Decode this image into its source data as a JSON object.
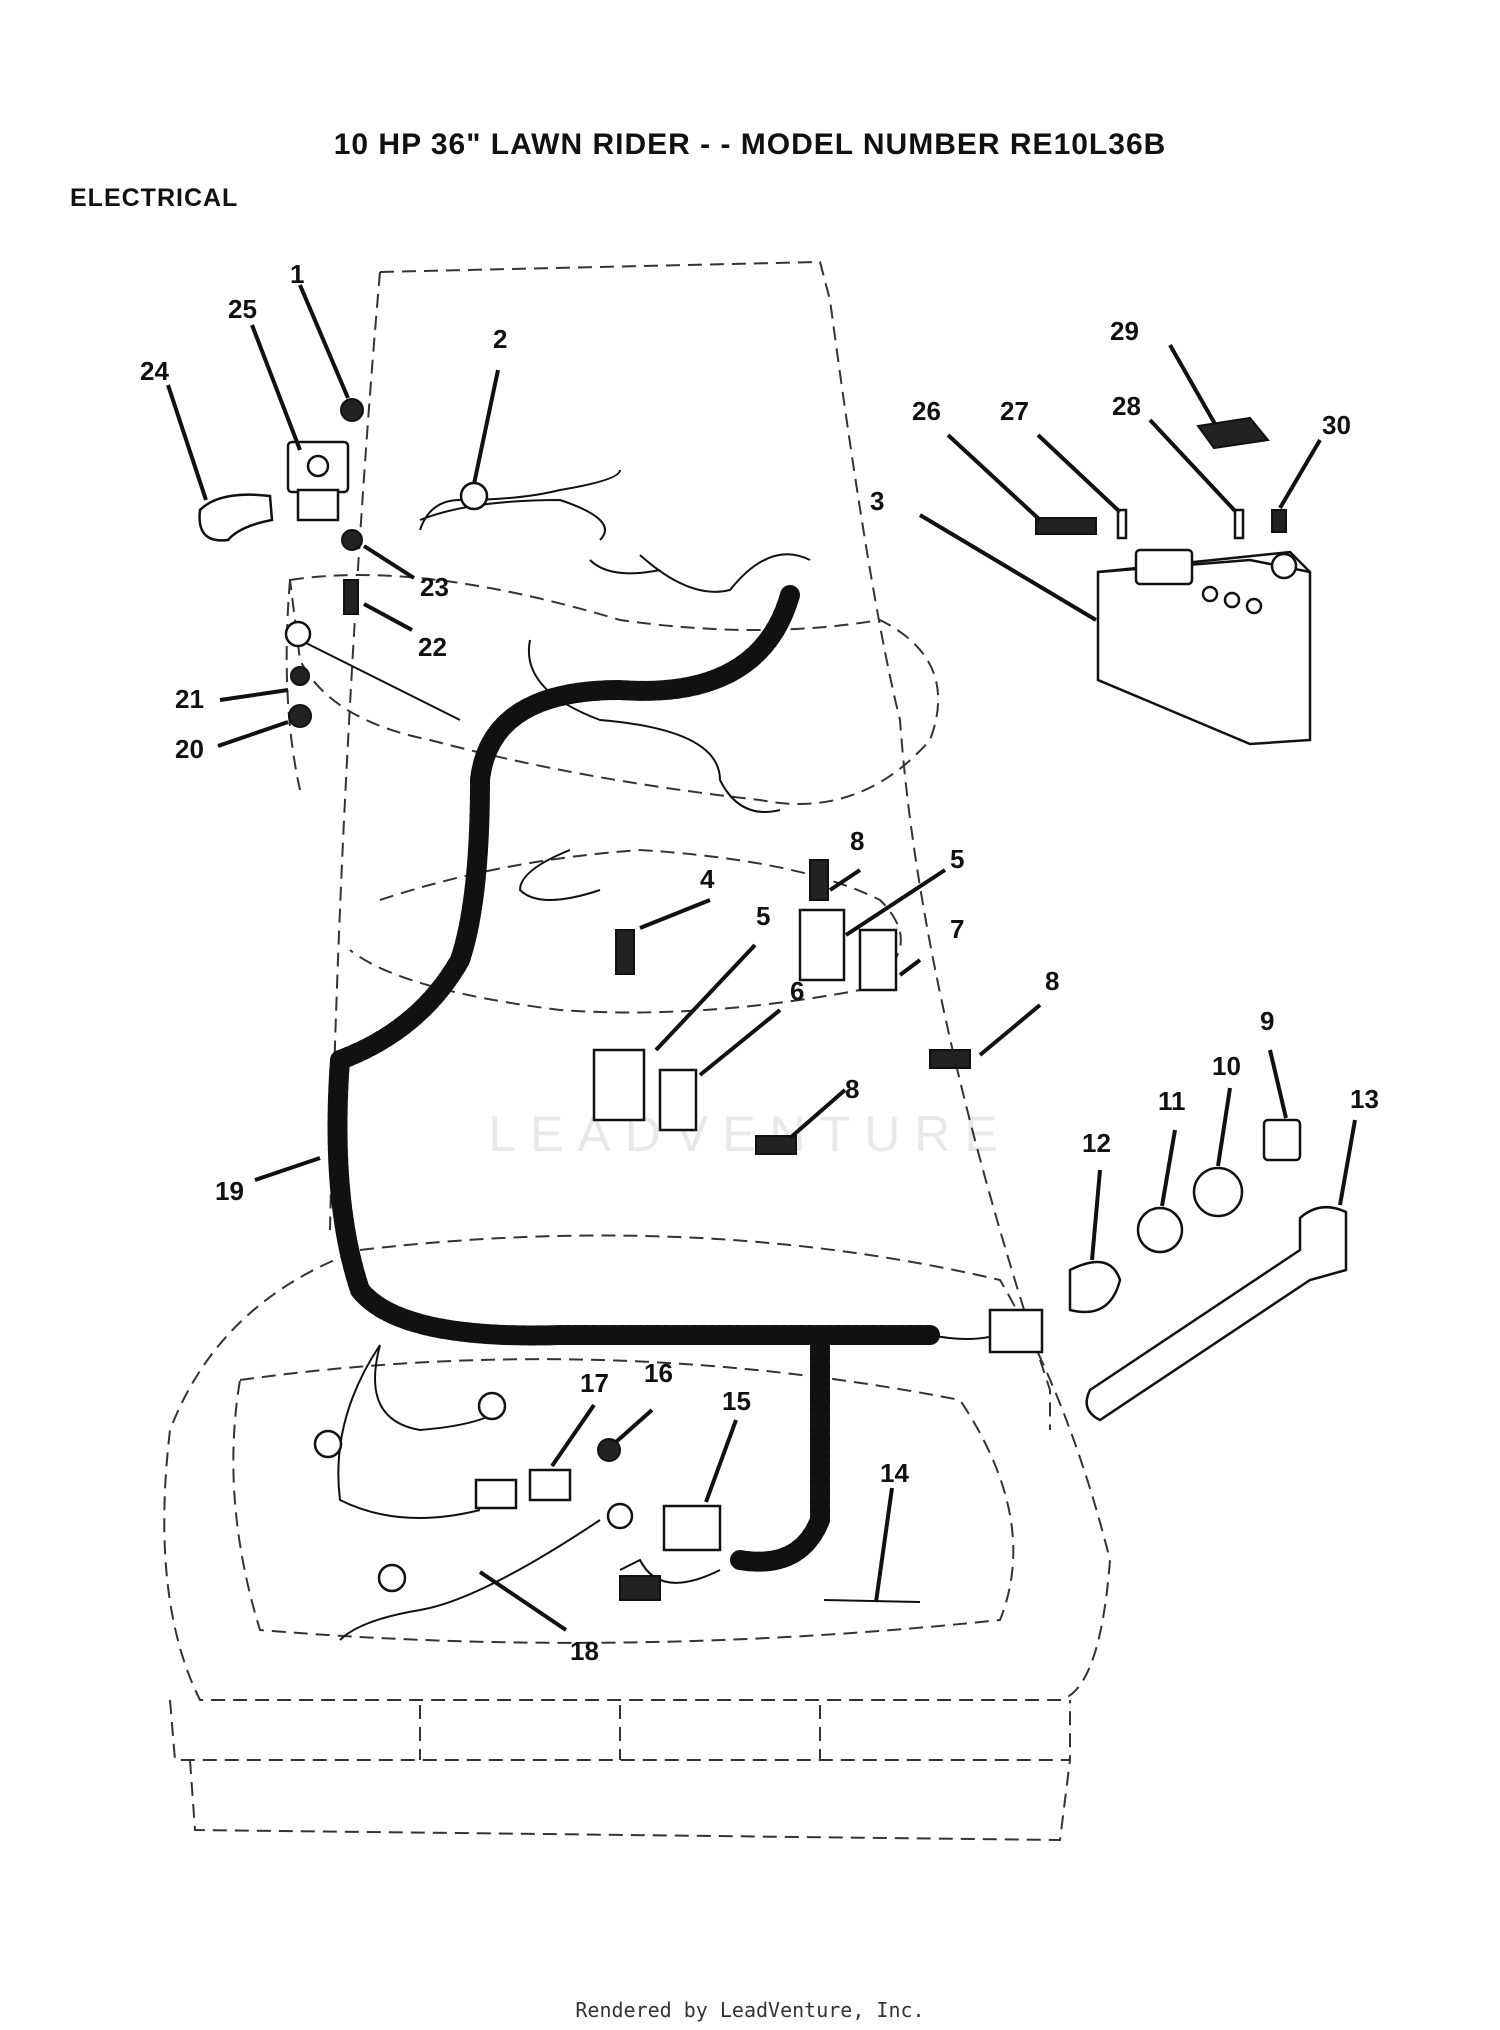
{
  "title": "10 HP 36\" LAWN RIDER - - MODEL NUMBER RE10L36B",
  "section": "ELECTRICAL",
  "footer": "Rendered by LeadVenture, Inc.",
  "watermark": "LEADVENTURE",
  "callouts": [
    {
      "id": "1",
      "label": "1"
    },
    {
      "id": "2",
      "label": "2"
    },
    {
      "id": "3",
      "label": "3"
    },
    {
      "id": "4",
      "label": "4"
    },
    {
      "id": "5a",
      "label": "5"
    },
    {
      "id": "5b",
      "label": "5"
    },
    {
      "id": "6",
      "label": "6"
    },
    {
      "id": "7",
      "label": "7"
    },
    {
      "id": "8a",
      "label": "8"
    },
    {
      "id": "8b",
      "label": "8"
    },
    {
      "id": "8c",
      "label": "8"
    },
    {
      "id": "9",
      "label": "9"
    },
    {
      "id": "10",
      "label": "10"
    },
    {
      "id": "11",
      "label": "11"
    },
    {
      "id": "12",
      "label": "12"
    },
    {
      "id": "13",
      "label": "13"
    },
    {
      "id": "14",
      "label": "14"
    },
    {
      "id": "15",
      "label": "15"
    },
    {
      "id": "16",
      "label": "16"
    },
    {
      "id": "17",
      "label": "17"
    },
    {
      "id": "18",
      "label": "18"
    },
    {
      "id": "19",
      "label": "19"
    },
    {
      "id": "20",
      "label": "20"
    },
    {
      "id": "21",
      "label": "21"
    },
    {
      "id": "22",
      "label": "22"
    },
    {
      "id": "23",
      "label": "23"
    },
    {
      "id": "24",
      "label": "24"
    },
    {
      "id": "25",
      "label": "25"
    },
    {
      "id": "26",
      "label": "26"
    },
    {
      "id": "27",
      "label": "27"
    },
    {
      "id": "28",
      "label": "28"
    },
    {
      "id": "29",
      "label": "29"
    },
    {
      "id": "30",
      "label": "30"
    }
  ]
}
